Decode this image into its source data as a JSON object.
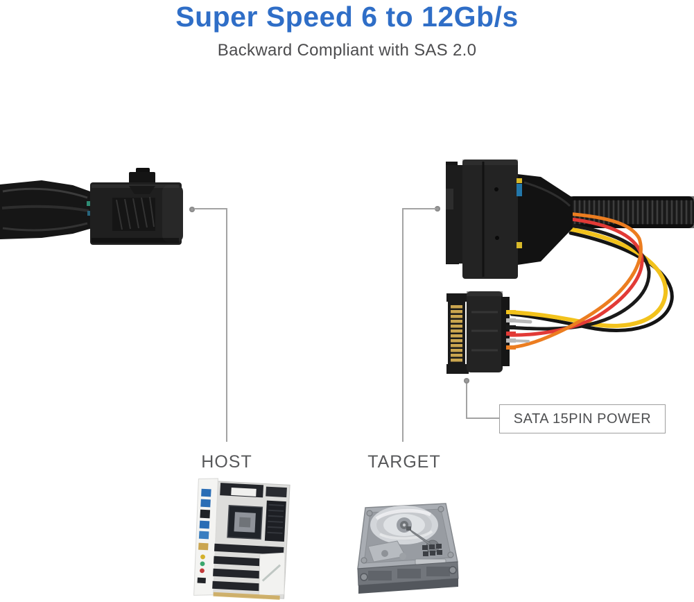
{
  "page": {
    "background": "#ffffff"
  },
  "header": {
    "title": "Super Speed 6 to 12Gb/s",
    "subtitle": "Backward Compliant with SAS 2.0",
    "title_color": "#2f6ec7",
    "subtitle_color": "#4c4c4e"
  },
  "callouts": {
    "host": {
      "label": "HOST"
    },
    "target": {
      "label": "TARGET"
    },
    "power": {
      "label": "SATA 15PIN POWER"
    },
    "line_color": "#a3a3a3",
    "label_color": "#57585a"
  },
  "graphics": {
    "left_cable": {
      "name": "mini-sas-hd-connector-with-braided-cable"
    },
    "right_cable": {
      "name": "u2-sas-29pin-connector-with-braided-cable-and-power-leads"
    },
    "power_connector": {
      "name": "sata-15pin-male-power-connector"
    },
    "host_device": {
      "name": "motherboard"
    },
    "target_device": {
      "name": "hard-disk-drive"
    },
    "colors": {
      "braid": "#191919",
      "connector_body": "#1f1f1f",
      "gold_pins": "#caa54f",
      "wire_yellow": "#f2c21c",
      "wire_red": "#e23a36",
      "wire_orange": "#ec7d20",
      "wire_black": "#1a1a1a",
      "wire_gray": "#b9b9b9"
    }
  }
}
